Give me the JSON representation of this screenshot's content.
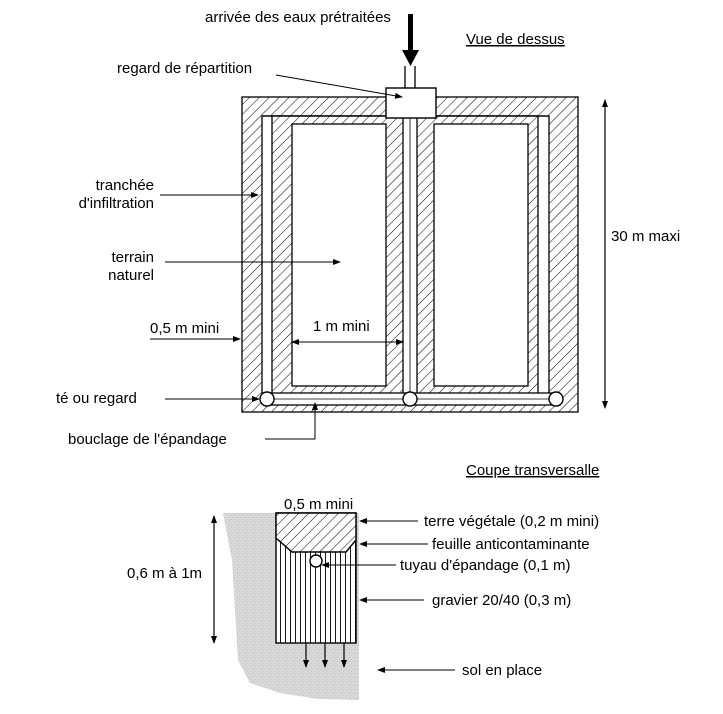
{
  "top_view": {
    "title": "Vue de dessus",
    "labels": {
      "inlet": "arrivée des eaux prétraitées",
      "distribution_box": "regard de répartition",
      "trench_line1": "tranchée",
      "trench_line2": "d'infiltration",
      "ground_line1": "terrain",
      "ground_line2": "naturel",
      "min_half_m": "0,5 m mini",
      "min_one_m": "1 m mini",
      "tee": "té ou regard",
      "loop": "bouclage de l'épandage",
      "max_length": "30 m maxi"
    }
  },
  "cross_section": {
    "title": "Coupe transversalle",
    "labels": {
      "width": "0,5 m mini",
      "depth": "0,6 m à 1m",
      "topsoil": "terre végétale (0,2 m mini)",
      "geotextile": "feuille anticontaminante",
      "pipe": "tuyau d'épandage (0,1 m)",
      "gravel": "gravier 20/40 (0,3 m)",
      "native_soil": "sol en place"
    }
  }
}
